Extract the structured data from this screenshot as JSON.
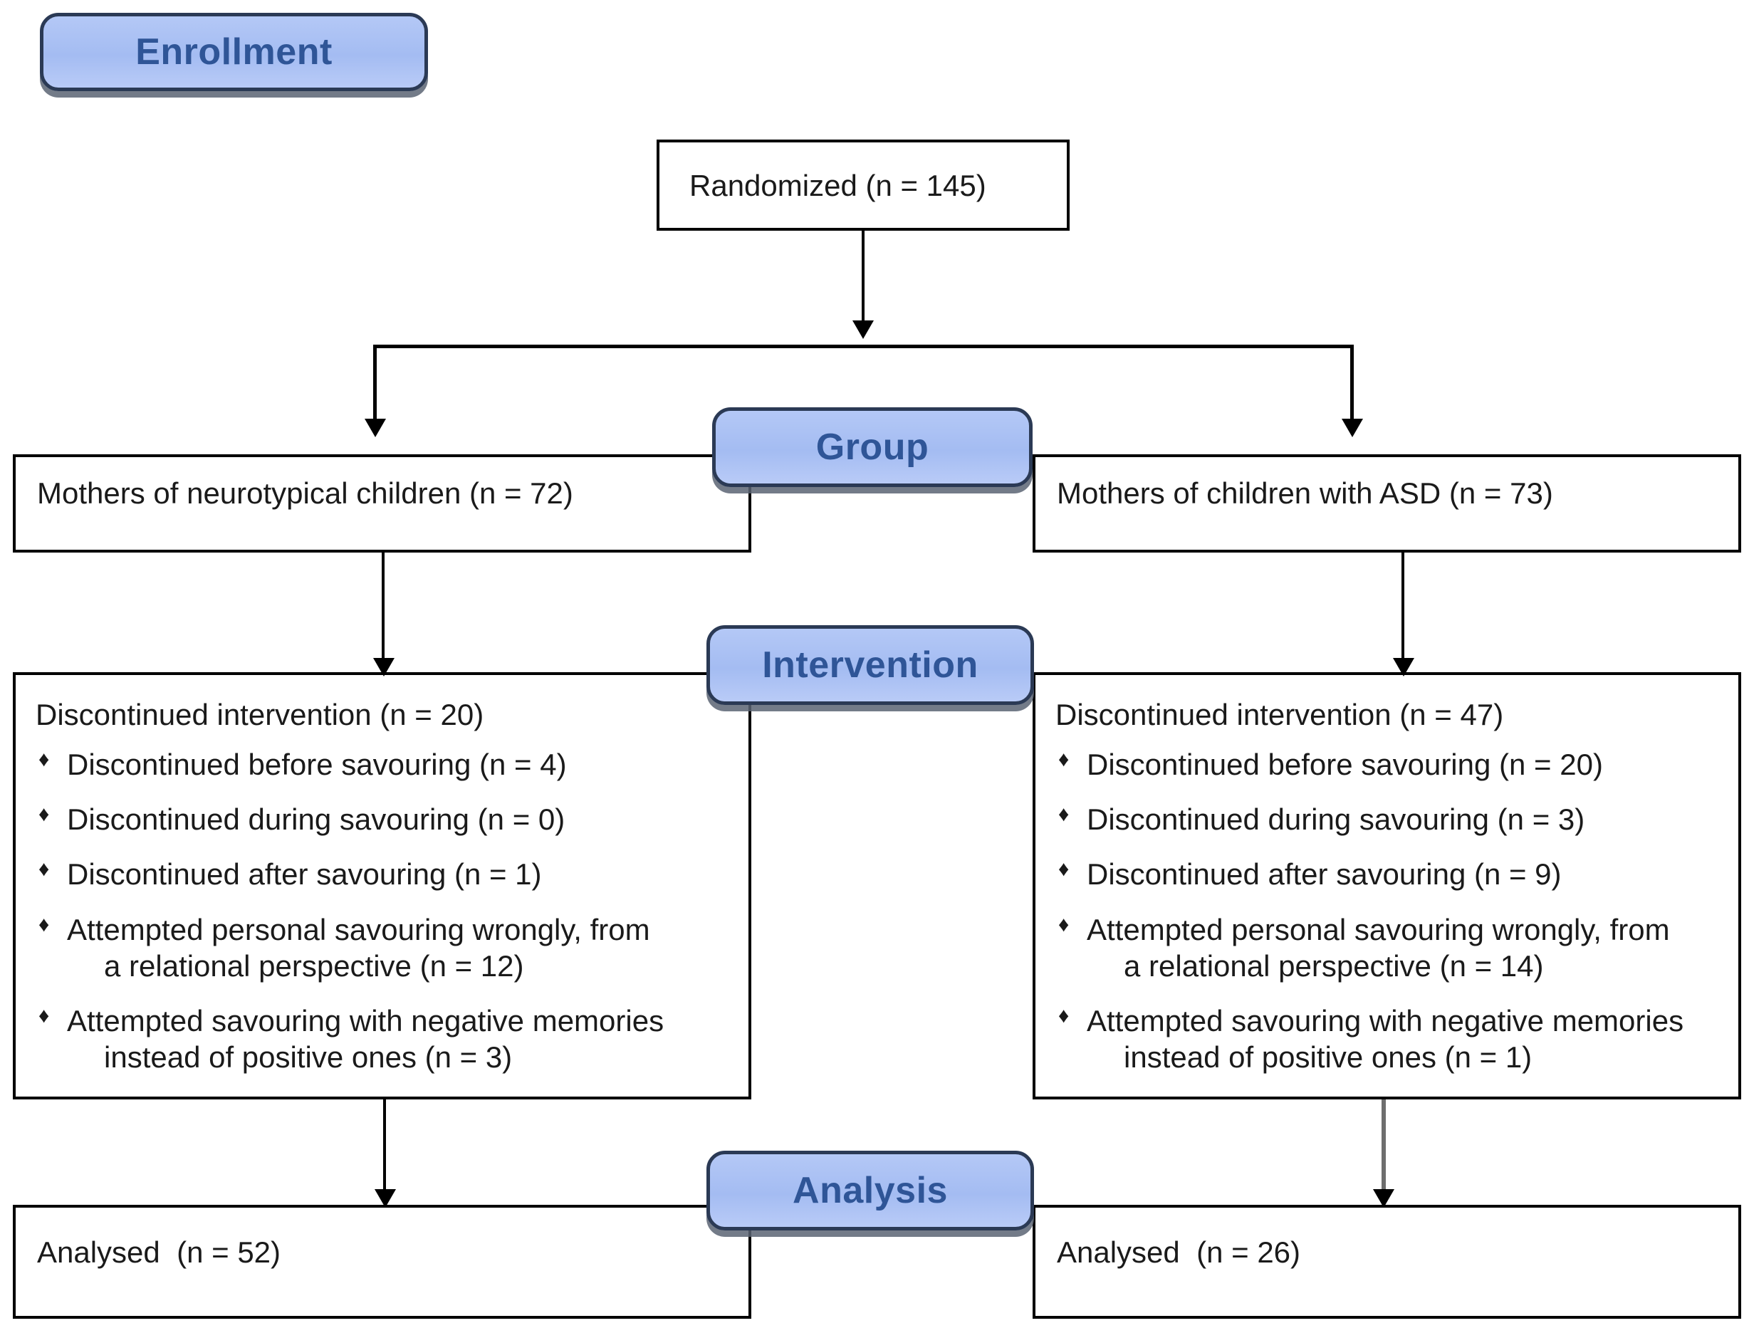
{
  "diagram": {
    "title_banners": [
      {
        "id": "enrollment",
        "label": "Enrollment"
      },
      {
        "id": "group",
        "label": "Group"
      },
      {
        "id": "intervention",
        "label": "Intervention"
      },
      {
        "id": "analysis",
        "label": "Analysis"
      }
    ],
    "randomized": {
      "text": "Randomized (n = 145)"
    },
    "groups": {
      "left": {
        "text": "Mothers of neurotypical children (n = 72)"
      },
      "right": {
        "text": "Mothers of children with ASD (n = 73)"
      }
    },
    "intervention": {
      "left": {
        "heading": "Discontinued intervention (n = 20)",
        "bullet_glyph": "♦",
        "items": [
          {
            "line1": "Discontinued before savouring (n = 4)",
            "line2": ""
          },
          {
            "line1": "Discontinued during savouring (n = 0)",
            "line2": ""
          },
          {
            "line1": "Discontinued after savouring (n = 1)",
            "line2": ""
          },
          {
            "line1": "Attempted personal savouring wrongly, from",
            "line2": "a relational perspective (n = 12)"
          },
          {
            "line1": "Attempted savouring with negative memories",
            "line2": "instead of positive ones (n = 3)"
          }
        ]
      },
      "right": {
        "heading": "Discontinued intervention (n = 47)",
        "bullet_glyph": "♦",
        "items": [
          {
            "line1": "Discontinued before savouring (n = 20)",
            "line2": ""
          },
          {
            "line1": "Discontinued during savouring (n = 3)",
            "line2": ""
          },
          {
            "line1": "Discontinued after savouring (n = 9)",
            "line2": ""
          },
          {
            "line1": "Attempted personal savouring wrongly, from",
            "line2": "a relational perspective (n = 14)"
          },
          {
            "line1": "Attempted savouring with negative memories",
            "line2": "instead of positive ones (n = 1)"
          }
        ]
      }
    },
    "analysis": {
      "left": {
        "text": "Analysed  (n = 52)"
      },
      "right": {
        "text": "Analysed  (n = 26)"
      }
    },
    "colors": {
      "banner_fill": "#a4bcf2",
      "banner_border": "#2b3a55",
      "banner_text": "#2f5597",
      "box_border": "#000000",
      "box_fill": "#ffffff",
      "connector": "#000000",
      "connector_gray": "#6e6e6e",
      "page_background": "#ffffff"
    }
  }
}
